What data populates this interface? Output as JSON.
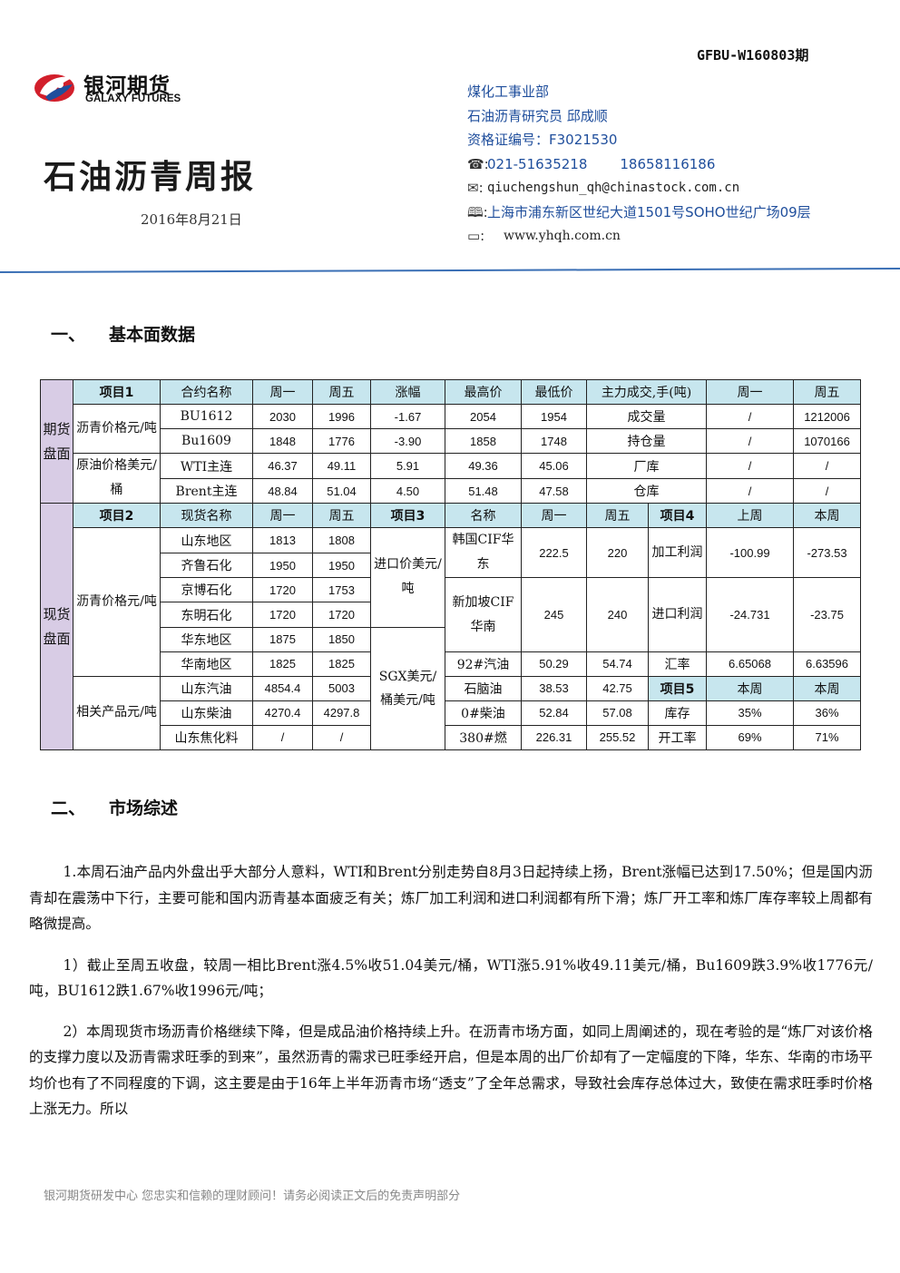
{
  "header": {
    "doc_code": "GFBU-W160803期",
    "logo_cn": "银河期货",
    "logo_en": "GALAXY FUTURES",
    "title": "石油沥青周报",
    "date": "2016年8月21日",
    "contact": {
      "department": "煤化工事业部",
      "analyst": "石油沥青研究员 邱成顺",
      "license": "资格证编号：F3021530",
      "phone1": "021-51635218",
      "phone2": "18658116186",
      "email": "qiuchengshun_qh@chinastock.com.cn",
      "address": "上海市浦东新区世纪大道1501号SOHO世纪广场09层",
      "website": "www.yhqh.com.cn"
    },
    "icons": [
      "phone-icon",
      "mail-icon",
      "book-icon",
      "computer-icon"
    ],
    "accent_color": "#1f4e9c",
    "rule_color": "#3a6fb5"
  },
  "section1": {
    "num": "一、",
    "title": "基本面数据"
  },
  "table": {
    "futures": {
      "side_label": "期货盘面",
      "header": [
        "项目1",
        "合约名称",
        "周一",
        "周五",
        "涨幅",
        "最高价",
        "最低价",
        "主力成交,手(吨)",
        "周一",
        "周五"
      ],
      "group1": "沥青价格元/吨",
      "group2": "原油价格美元/桶",
      "rows": [
        {
          "name": "BU1612",
          "mon": "2030",
          "fri": "1996",
          "chg": "-1.67",
          "high": "2054",
          "low": "1954",
          "metric": "成交量",
          "m_mon": "/",
          "m_fri": "1212006"
        },
        {
          "name": "Bu1609",
          "mon": "1848",
          "fri": "1776",
          "chg": "-3.90",
          "high": "1858",
          "low": "1748",
          "metric": "持仓量",
          "m_mon": "/",
          "m_fri": "1070166"
        },
        {
          "name": "WTI主连",
          "mon": "46.37",
          "fri": "49.11",
          "chg": "5.91",
          "high": "49.36",
          "low": "45.06",
          "metric": "厂库",
          "m_mon": "/",
          "m_fri": "/"
        },
        {
          "name": "Brent主连",
          "mon": "48.84",
          "fri": "51.04",
          "chg": "4.50",
          "high": "51.48",
          "low": "47.58",
          "metric": "仓库",
          "m_mon": "/",
          "m_fri": "/"
        }
      ]
    },
    "spot": {
      "side_label": "现货盘面",
      "header": [
        "项目2",
        "现货名称",
        "周一",
        "周五",
        "项目3",
        "名称",
        "周一",
        "周五",
        "项目4",
        "上周",
        "本周"
      ],
      "group_asphalt": "沥青价格元/吨",
      "group_related": "相关产品元/吨",
      "asphalt_rows": [
        {
          "name": "山东地区",
          "mon": "1813",
          "fri": "1808"
        },
        {
          "name": "齐鲁石化",
          "mon": "1950",
          "fri": "1950"
        },
        {
          "name": "京博石化",
          "mon": "1720",
          "fri": "1753"
        },
        {
          "name": "东明石化",
          "mon": "1720",
          "fri": "1720"
        },
        {
          "name": "华东地区",
          "mon": "1875",
          "fri": "1850"
        },
        {
          "name": "华南地区",
          "mon": "1825",
          "fri": "1825"
        }
      ],
      "related_rows": [
        {
          "name": "山东汽油",
          "mon": "4854.4",
          "fri": "5003"
        },
        {
          "name": "山东柴油",
          "mon": "4270.4",
          "fri": "4297.8"
        },
        {
          "name": "山东焦化料",
          "mon": "/",
          "fri": "/"
        }
      ],
      "import_group": "进口价美元/吨",
      "import_rows": [
        {
          "name": "韩国CIF华东",
          "mon": "222.5",
          "fri": "220"
        },
        {
          "name": "新加坡CIF华南",
          "mon": "245",
          "fri": "240"
        }
      ],
      "sgx_group": "SGX美元/桶美元/吨",
      "sgx_rows": [
        {
          "name": "92#汽油",
          "mon": "50.29",
          "fri": "54.74"
        },
        {
          "name": "石脑油",
          "mon": "38.53",
          "fri": "42.75"
        },
        {
          "name": "0#柴油",
          "mon": "52.84",
          "fri": "57.08"
        },
        {
          "name": "380#燃",
          "mon": "226.31",
          "fri": "255.52"
        }
      ],
      "item4_rows": [
        {
          "name": "加工利润",
          "last": "-100.99",
          "this": "-273.53"
        },
        {
          "name": "进口利润",
          "last": "-24.731",
          "this": "-23.75"
        },
        {
          "name": "汇率",
          "last": "6.65068",
          "this": "6.63596"
        }
      ],
      "item5_header": [
        "项目5",
        "本周",
        "本周"
      ],
      "item5_rows": [
        {
          "name": "库存",
          "a": "35%",
          "b": "36%"
        },
        {
          "name": "开工率",
          "a": "69%",
          "b": "71%"
        }
      ]
    },
    "header_color": "#c7e6ee",
    "side_color": "#d8cce5"
  },
  "section2": {
    "num": "二、",
    "title": "市场综述"
  },
  "paragraphs": [
    "1.本周石油产品内外盘出乎大部分人意料，WTI和Brent分别走势自8月3日起持续上扬，Brent涨幅已达到17.50%；但是国内沥青却在震荡中下行，主要可能和国内沥青基本面疲乏有关；炼厂加工利润和进口利润都有所下滑；炼厂开工率和炼厂库存率较上周都有略微提高。",
    "1）截止至周五收盘，较周一相比Brent涨4.5%收51.04美元/桶，WTI涨5.91%收49.11美元/桶，Bu1609跌3.9%收1776元/吨，BU1612跌1.67%收1996元/吨；",
    "2）本周现货市场沥青价格继续下降，但是成品油价格持续上升。在沥青市场方面，如同上周阐述的，现在考验的是“炼厂对该价格的支撑力度以及沥青需求旺季的到来”，虽然沥青的需求已旺季经开启，但是本周的出厂价却有了一定幅度的下降，华东、华南的市场平均价也有了不同程度的下调，这主要是由于16年上半年沥青市场“透支”了全年总需求，导致社会库存总体过大，致使在需求旺季时价格上涨无力。所以"
  ],
  "footer": "银河期货研发中心  您忠实和信赖的理财顾问！请务必阅读正文后的免责声明部分"
}
